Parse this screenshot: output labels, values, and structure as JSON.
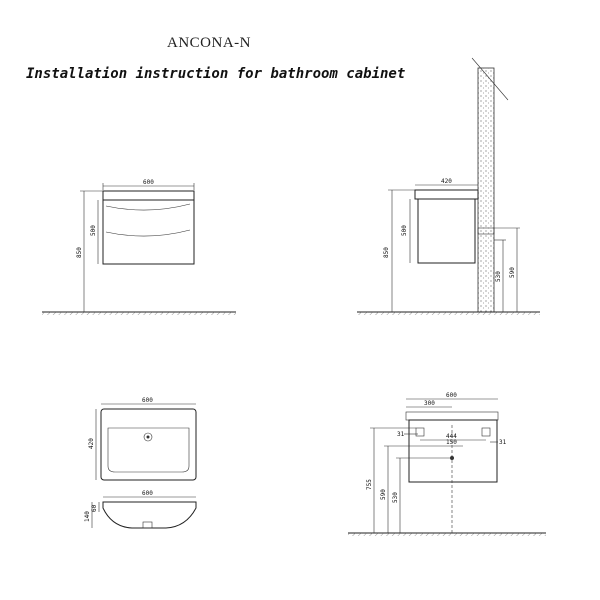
{
  "header": {
    "model": "ANCONA-N",
    "instruction": "Installation instruction for bathroom cabinet"
  },
  "front_view": {
    "width": "600",
    "height": "500",
    "floor_height": "850"
  },
  "side_view": {
    "depth": "420",
    "height": "500",
    "floor_height": "850",
    "pipe_height_1": "530",
    "pipe_height_2": "590"
  },
  "basin_top": {
    "width": "600",
    "depth": "420"
  },
  "basin_section": {
    "width": "600",
    "h1": "140",
    "h2": "60"
  },
  "mount_view": {
    "width": "600",
    "half_width": "300",
    "offset_left": "31",
    "offset_right": "31",
    "hole_span": "444",
    "pipe_span": "150",
    "h_outer": "755",
    "h_mid": "590",
    "h_inner": "530"
  }
}
